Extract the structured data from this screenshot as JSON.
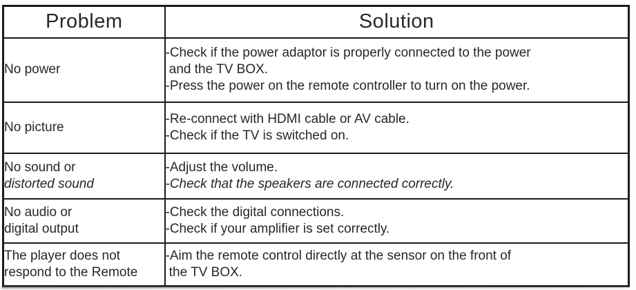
{
  "table": {
    "header": {
      "problem": "Problem",
      "solution": "Solution"
    },
    "rows": [
      {
        "problem": [
          "No power"
        ],
        "solution": [
          "-Check if the power adaptor is properly connected to the power",
          " and the TV BOX.",
          "-Press the power on the remote controller to turn on the power."
        ]
      },
      {
        "problem": [
          "No picture"
        ],
        "solution": [
          "-Re-connect with HDMI cable or AV cable.",
          "-Check if the TV is switched on."
        ]
      },
      {
        "problem": [
          "No sound or",
          "distorted sound"
        ],
        "solution": [
          "-Adjust the volume.",
          "-Check that the speakers are connected correctly."
        ]
      },
      {
        "problem": [
          "No audio or",
          "digital output"
        ],
        "solution": [
          "-Check the digital connections.",
          "-Check if your amplifier is set correctly."
        ]
      },
      {
        "problem": [
          "The player does not",
          "respond to the Remote"
        ],
        "solution": [
          "-Aim the remote control directly at the sensor on the front of",
          " the TV BOX."
        ]
      }
    ]
  },
  "colors": {
    "border": "#1b1b1b",
    "text": "#272727",
    "background": "#ffffff"
  }
}
